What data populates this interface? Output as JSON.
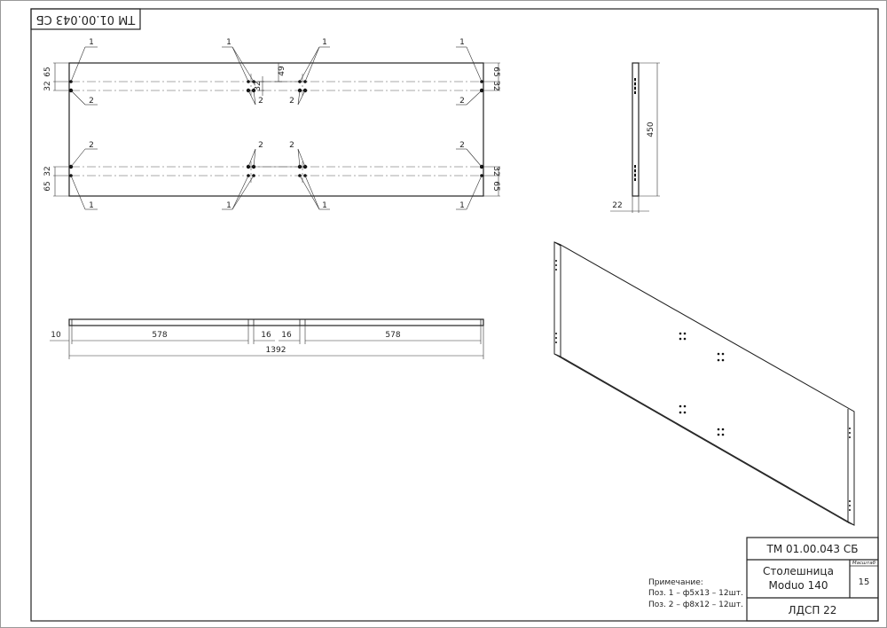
{
  "stamp": {
    "designation": "ТМ 01.00.043 СБ",
    "designation_rotated": "ТМ 01.00.043 СБ",
    "name_line1": "Столешница",
    "name_line2": "Moduo 140",
    "scale_label": "Масштаб",
    "scale_value": "15",
    "material": "ЛДСП 22"
  },
  "notes": {
    "title": "Примечание:",
    "line1": "Поз. 1 – ф5х13 – 12шт.",
    "line2": "Поз. 2 – ф8х12 – 12шт."
  },
  "plan_view": {
    "pos_1": "1",
    "pos_2": "2",
    "dim_65": "65",
    "dim_32": "32",
    "dim_49": "49"
  },
  "front_view": {
    "dim_10": "10",
    "dim_578_left": "578",
    "dim_16_left": "16",
    "dim_16_right": "16",
    "dim_578_right": "578",
    "dim_1392": "1392"
  },
  "side_view": {
    "dim_450": "450",
    "dim_22": "22"
  }
}
